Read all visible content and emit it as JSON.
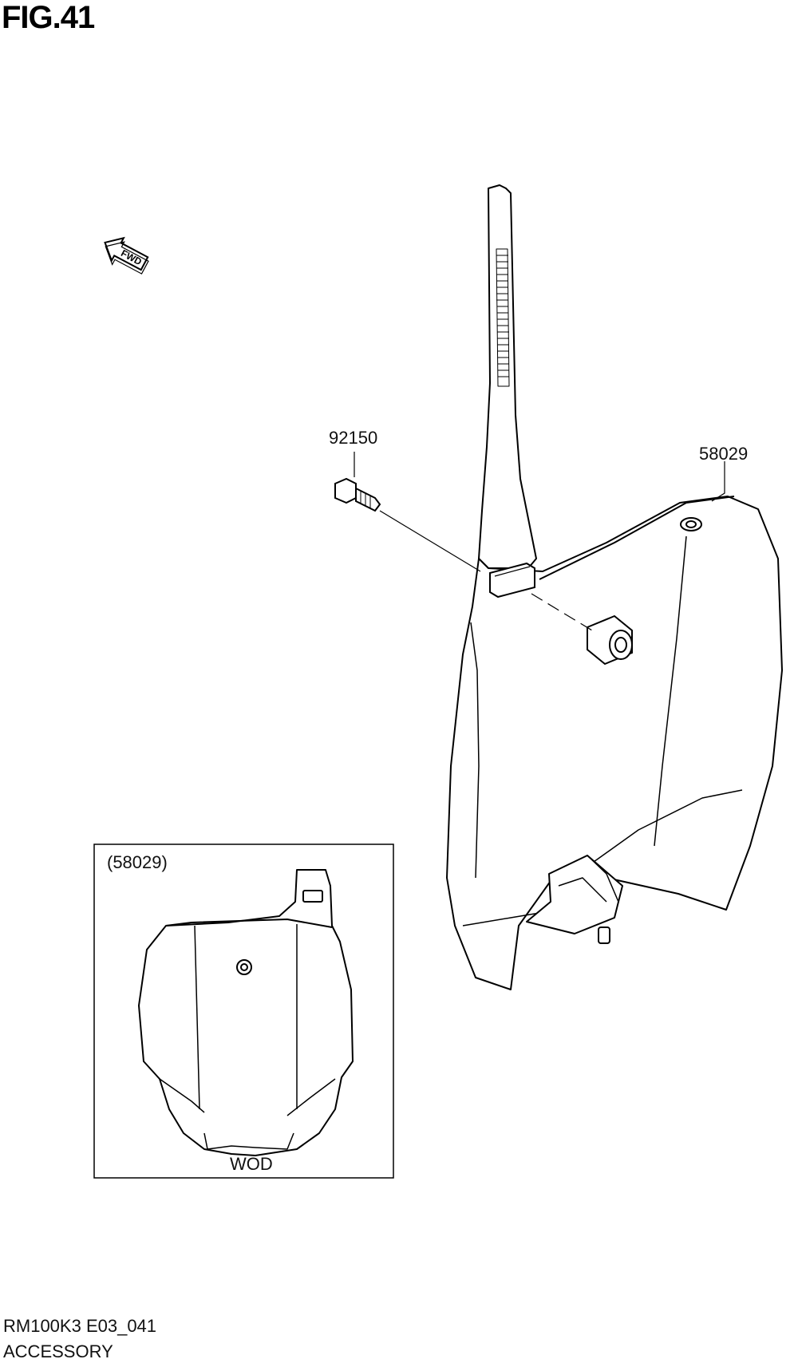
{
  "figure": {
    "title": "FIG.41"
  },
  "direction_arrow": {
    "label": "FWD",
    "icon": "forward-arrow-icon"
  },
  "callouts": {
    "bolt": "92150",
    "number_plate": "58029"
  },
  "inset": {
    "part_ref": "(58029)",
    "caption": "WOD"
  },
  "footer": {
    "model_code": "RM100K3 E03_041",
    "section": "ACCESSORY"
  }
}
